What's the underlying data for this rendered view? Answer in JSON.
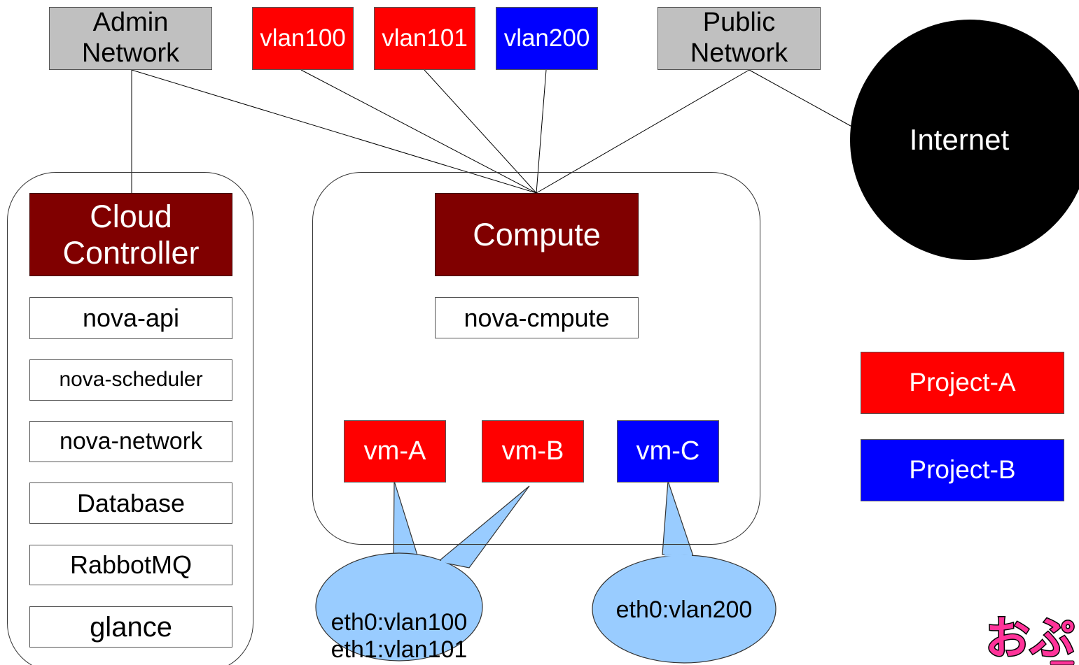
{
  "networks": {
    "admin": "Admin\nNetwork",
    "public": "Public\nNetwork",
    "vlan100": "vlan100",
    "vlan101": "vlan101",
    "vlan200": "vlan200"
  },
  "internet": "Internet",
  "controller": {
    "title": "Cloud\nController",
    "services": [
      "nova-api",
      "nova-scheduler",
      "nova-network",
      "Database",
      "RabbotMQ",
      "glance"
    ]
  },
  "compute": {
    "title": "Compute",
    "service": "nova-cmpute",
    "vms": [
      "vm-A",
      "vm-B",
      "vm-C"
    ]
  },
  "bubbles": {
    "ab": "eth0:vlan100\neth1:vlan101",
    "c": "eth0:vlan200"
  },
  "legend": [
    "Project-A",
    "Project-B"
  ],
  "logo_text": "おぷ",
  "colors": {
    "project_a": "#ff0000",
    "project_b": "#0000ff",
    "node": "#800000",
    "network": "#c0c0c0",
    "bubble": "#99ccff"
  }
}
